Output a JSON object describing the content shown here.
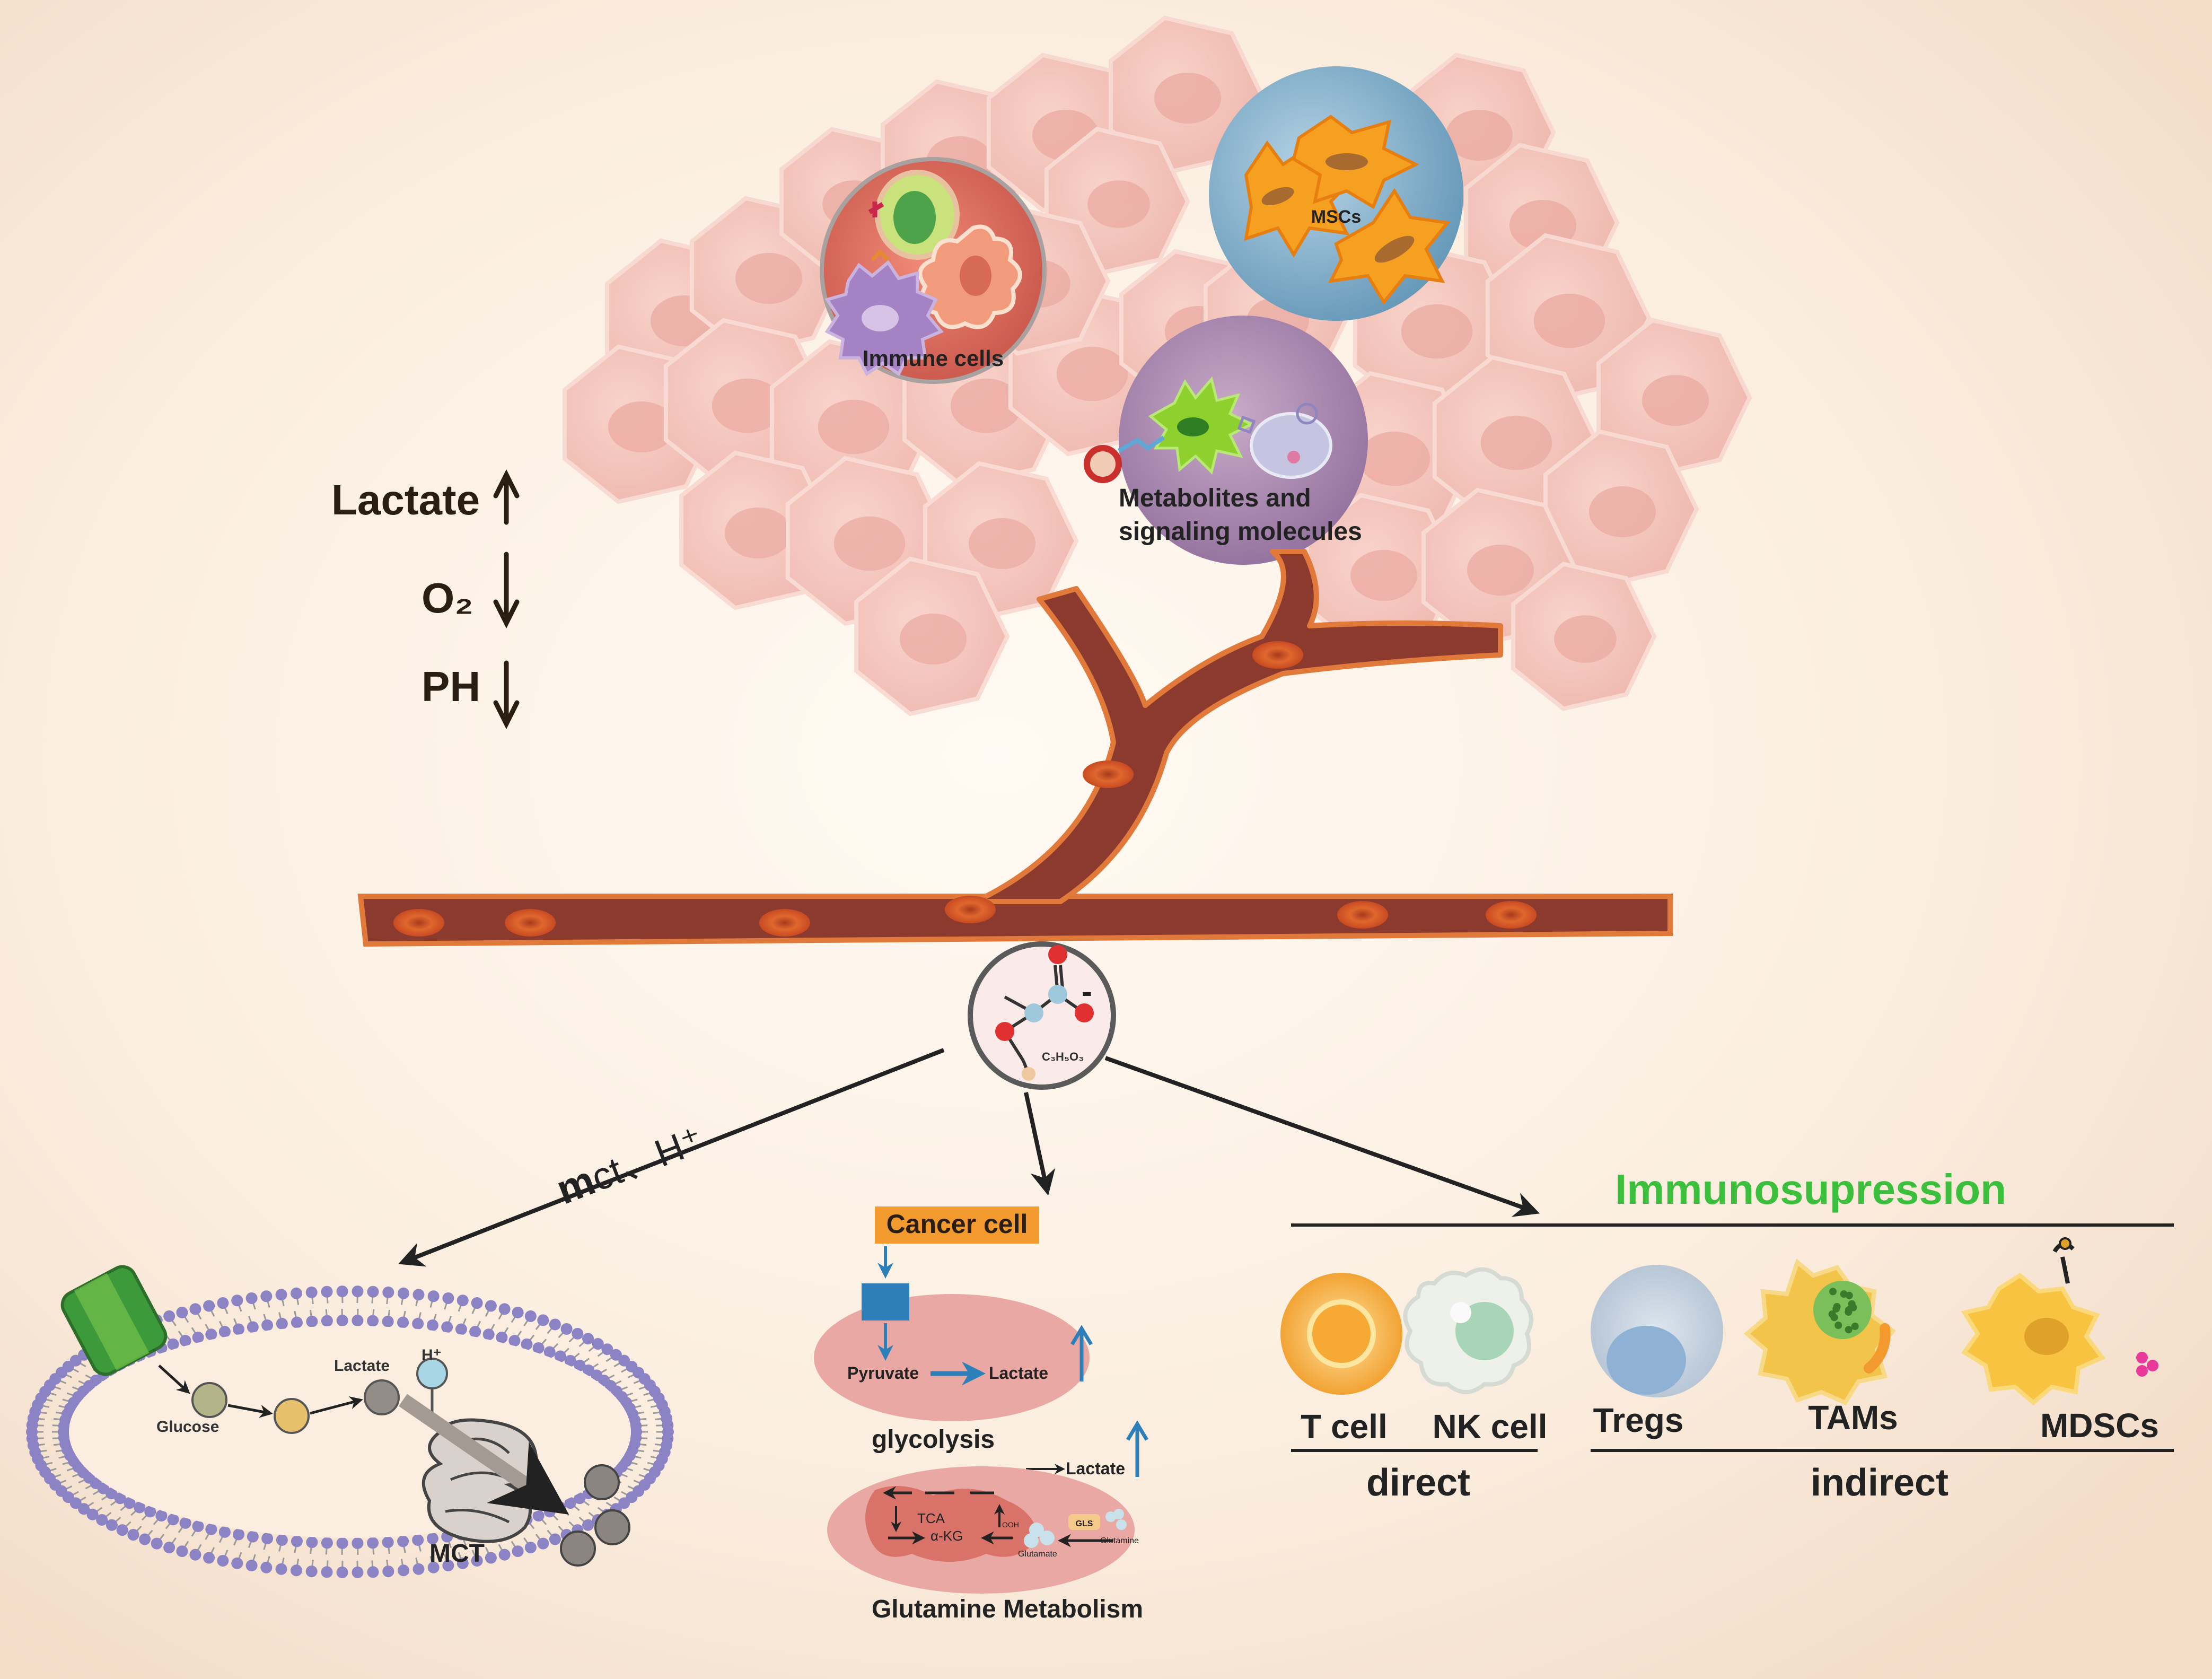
{
  "left_indicators": {
    "lactate": "Lactate",
    "o2": "O₂",
    "ph": "PH"
  },
  "tumor": {
    "immune_cells": "Immune cells",
    "mscs": "MSCs",
    "metabolites_line1": "Metabolites and",
    "metabolites_line2": "signaling molecules"
  },
  "molecule": {
    "formula": "C₃H₅O₃",
    "charge": "-"
  },
  "left_branch": {
    "arrow_label_m": "m",
    "arrow_label_rest": "ct、H⁺",
    "glucose": "Glucose",
    "lactate": "Lactate",
    "h_plus": "H⁺",
    "mct": "MCT"
  },
  "middle_branch": {
    "cancer_cell": "Cancer cell",
    "pyruvate": "Pyruvate",
    "lactate": "Lactate",
    "glycolysis": "glycolysis",
    "lactate2": "Lactate",
    "tca": "TCA",
    "akg": "α-KG",
    "gls": "GLS",
    "glutamine": "Glutamine",
    "glutamate": "Glutamate",
    "oxaa": "OOH",
    "glutamine_metabolism": "Glutamine Metabolism"
  },
  "right_branch": {
    "title": "Immunosupression",
    "t_cell": "T cell",
    "nk_cell": "NK cell",
    "tregs": "Tregs",
    "tams": "TAMs",
    "mdscs": "MDSCs",
    "direct": "direct",
    "indirect": "indirect"
  },
  "colors": {
    "background": "#fbefe2",
    "vessel": "#8c3a2e",
    "vessel_edge": "#e0793a",
    "tumor_cells": "#f2b8b0",
    "immunosuppression_title": "#3cbf3c",
    "cancer_cell_label": "#f39a2e",
    "membrane": "#8c83c4"
  }
}
